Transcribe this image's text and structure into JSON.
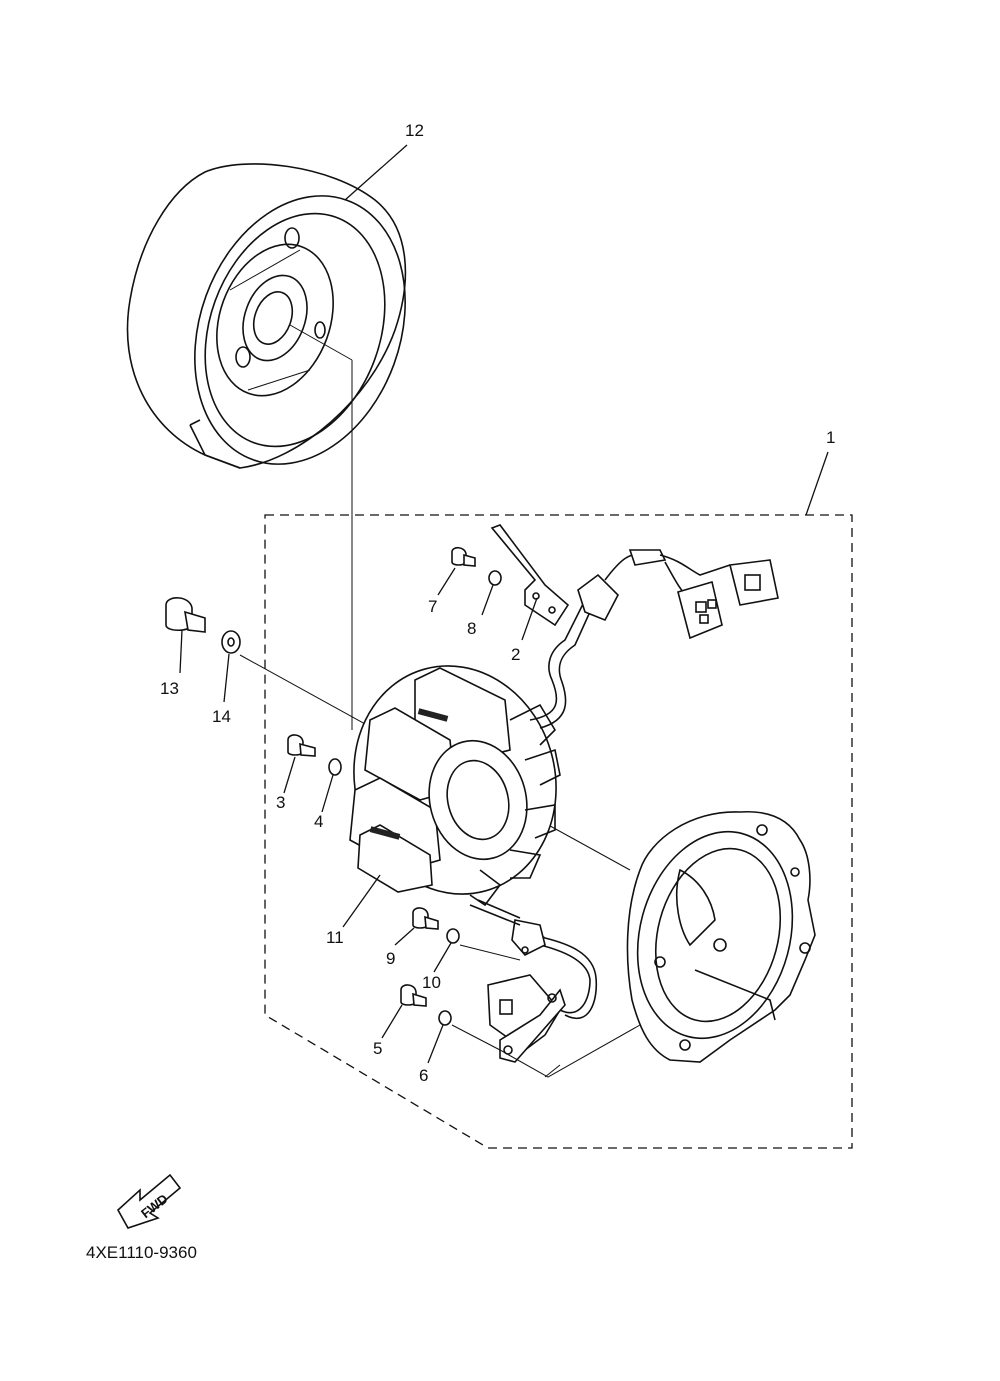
{
  "diagram": {
    "part_number": "4XE1110-9360",
    "fwd_label": "FWD",
    "callouts": [
      "1",
      "2",
      "3",
      "4",
      "5",
      "6",
      "7",
      "8",
      "9",
      "10",
      "11",
      "12",
      "13",
      "14"
    ]
  },
  "icons": {
    "fwd_arrow": "fwd-arrow-icon"
  }
}
